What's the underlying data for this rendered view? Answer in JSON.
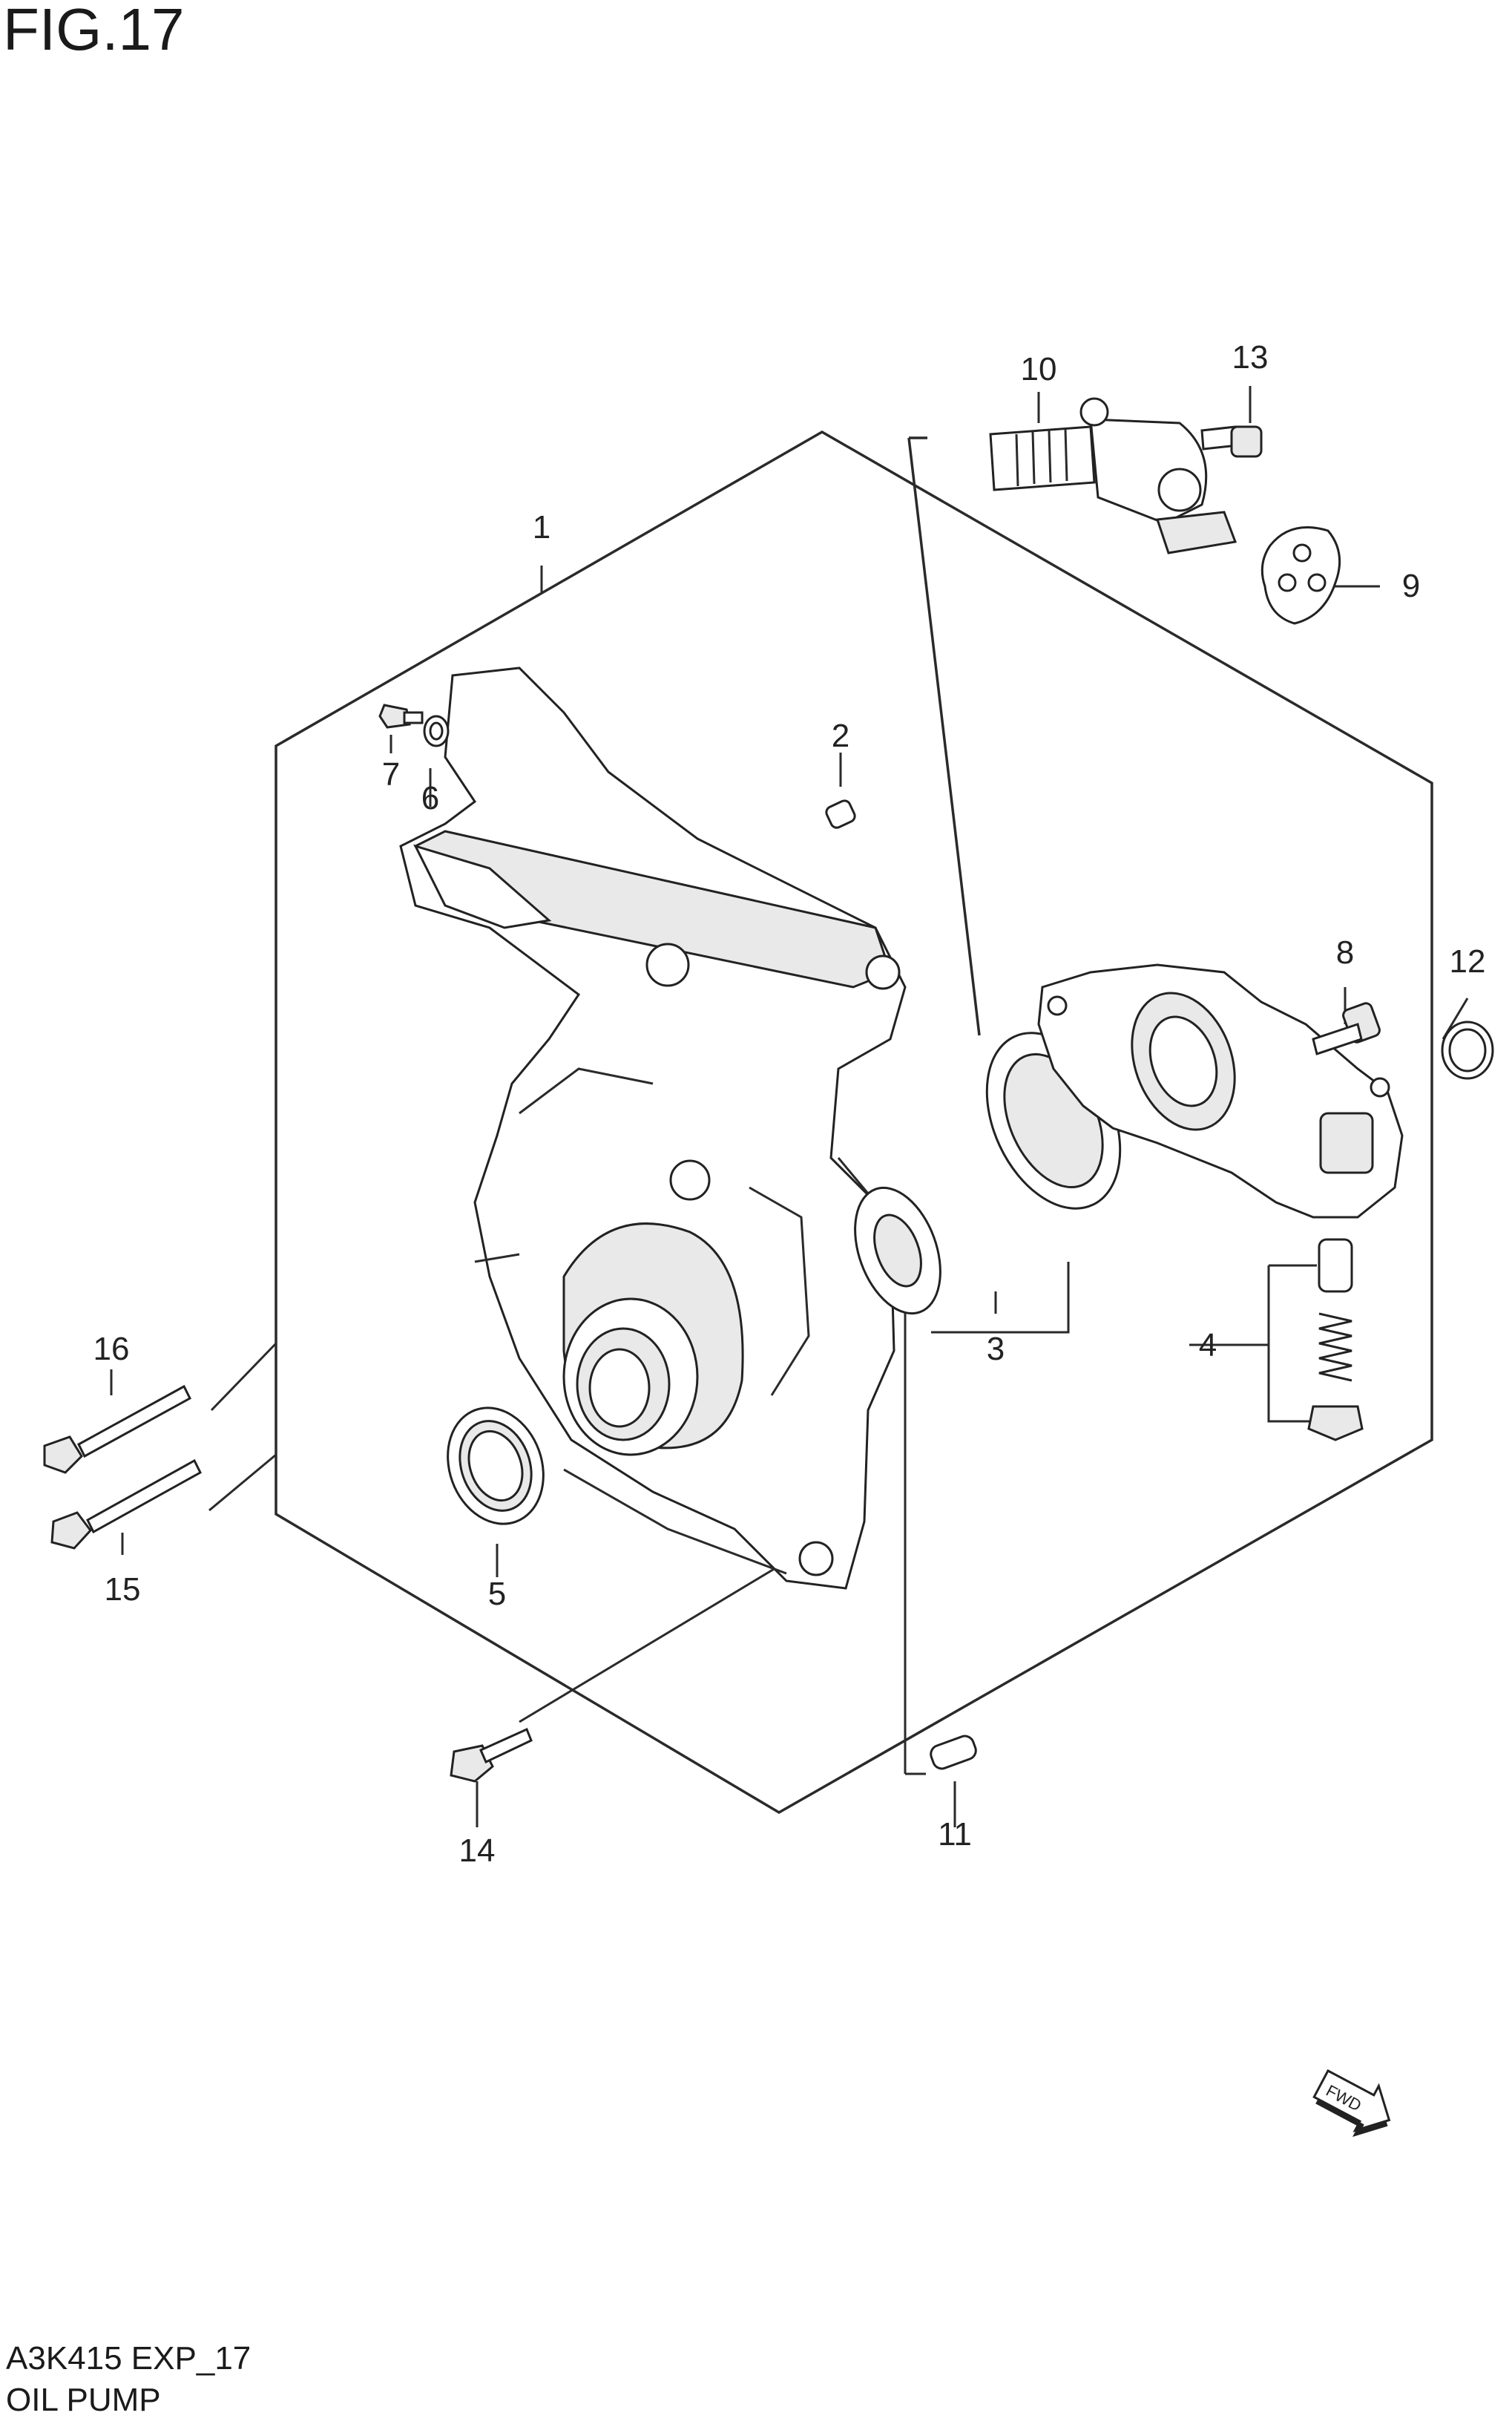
{
  "figure_title": "FIG.17",
  "callouts": [
    "1",
    "2",
    "3",
    "4",
    "5",
    "6",
    "7",
    "8",
    "9",
    "10",
    "11",
    "12",
    "13",
    "14",
    "15",
    "16"
  ],
  "footer": {
    "code": "A3K415 EXP_17",
    "name": "OIL PUMP"
  },
  "fwd_label": "FWD"
}
